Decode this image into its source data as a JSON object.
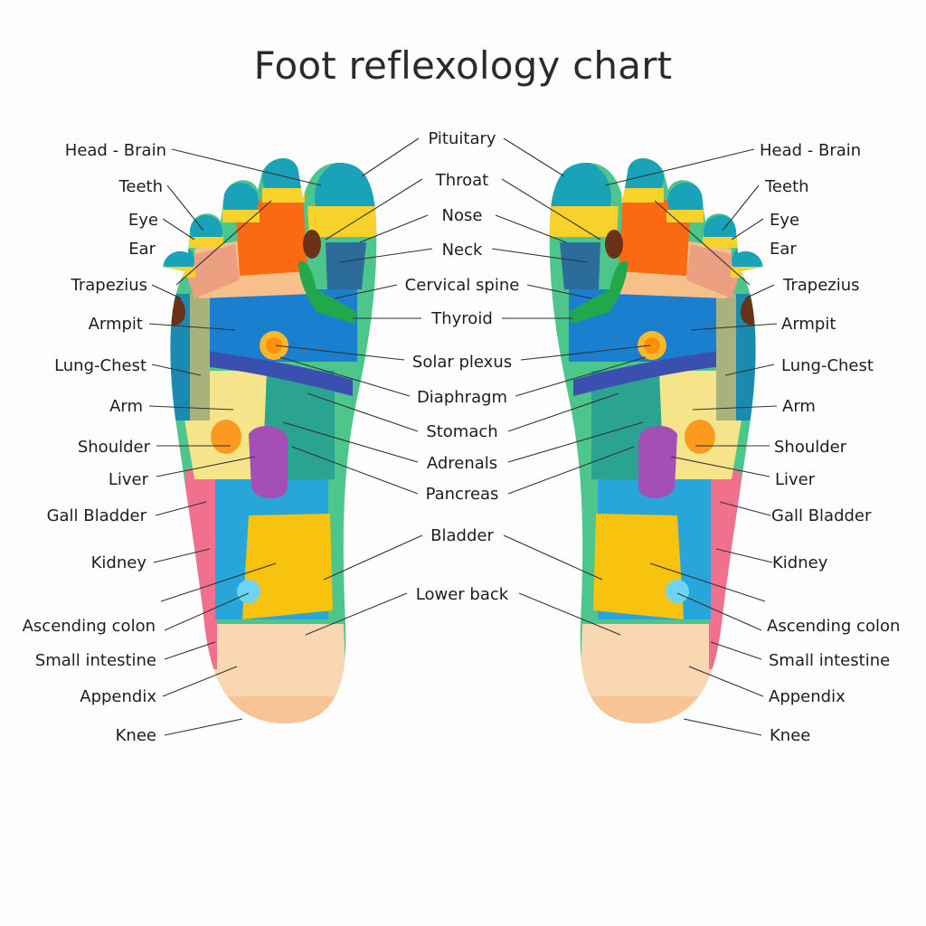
{
  "title": "Foot reflexology chart",
  "colors": {
    "toe_cyan": "#1aa3b8",
    "yellow_band": "#f6d22a",
    "orange": "#fb6a12",
    "peach": "#f7c08a",
    "salmon": "#eda081",
    "blue": "#1b7fcf",
    "dark_blue": "#3b4fb0",
    "light_blue": "#29a6d9",
    "navy": "#2c6c9a",
    "brown": "#6a3216",
    "green": "#21a84a",
    "mint": "#4cc68a",
    "teal": "#2aa490",
    "pale_yellow": "#f6e48a",
    "purple": "#a44fb5",
    "pink": "#f0708e",
    "gold": "#f7c30e",
    "heel": "#fad7b3",
    "solar": "#fbb62a",
    "sky": "#6fd4f2"
  },
  "left_labels": [
    {
      "text": "Head - Brain"
    },
    {
      "text": "Teeth"
    },
    {
      "text": "Eye"
    },
    {
      "text": "Ear"
    },
    {
      "text": "Trapezius"
    },
    {
      "text": "Armpit"
    },
    {
      "text": "Lung-Chest"
    },
    {
      "text": "Arm"
    },
    {
      "text": "Shoulder"
    },
    {
      "text": "Liver"
    },
    {
      "text": "Gall Bladder"
    },
    {
      "text": "Kidney"
    },
    {
      "text": "Ascending colon"
    },
    {
      "text": "Small intestine"
    },
    {
      "text": "Appendix"
    },
    {
      "text": "Knee"
    }
  ],
  "center_labels": [
    {
      "text": "Pituitary"
    },
    {
      "text": "Throat"
    },
    {
      "text": "Nose"
    },
    {
      "text": "Neck"
    },
    {
      "text": "Cervical spine"
    },
    {
      "text": "Thyroid"
    },
    {
      "text": "Solar plexus"
    },
    {
      "text": "Diaphragm"
    },
    {
      "text": "Stomach"
    },
    {
      "text": "Adrenals"
    },
    {
      "text": "Pancreas"
    },
    {
      "text": "Bladder"
    },
    {
      "text": "Lower back"
    }
  ],
  "right_labels": [
    {
      "text": "Head - Brain"
    },
    {
      "text": "Teeth"
    },
    {
      "text": "Eye"
    },
    {
      "text": "Ear"
    },
    {
      "text": "Trapezius"
    },
    {
      "text": "Armpit"
    },
    {
      "text": "Lung-Chest"
    },
    {
      "text": "Arm"
    },
    {
      "text": "Shoulder"
    },
    {
      "text": "Liver"
    },
    {
      "text": "Gall Bladder"
    },
    {
      "text": "Kidney"
    },
    {
      "text": "Ascending colon"
    },
    {
      "text": "Small intestine"
    },
    {
      "text": "Appendix"
    },
    {
      "text": "Knee"
    }
  ],
  "feet": [
    {
      "name": "left foot",
      "side": "left"
    },
    {
      "name": "right foot",
      "side": "right"
    }
  ]
}
